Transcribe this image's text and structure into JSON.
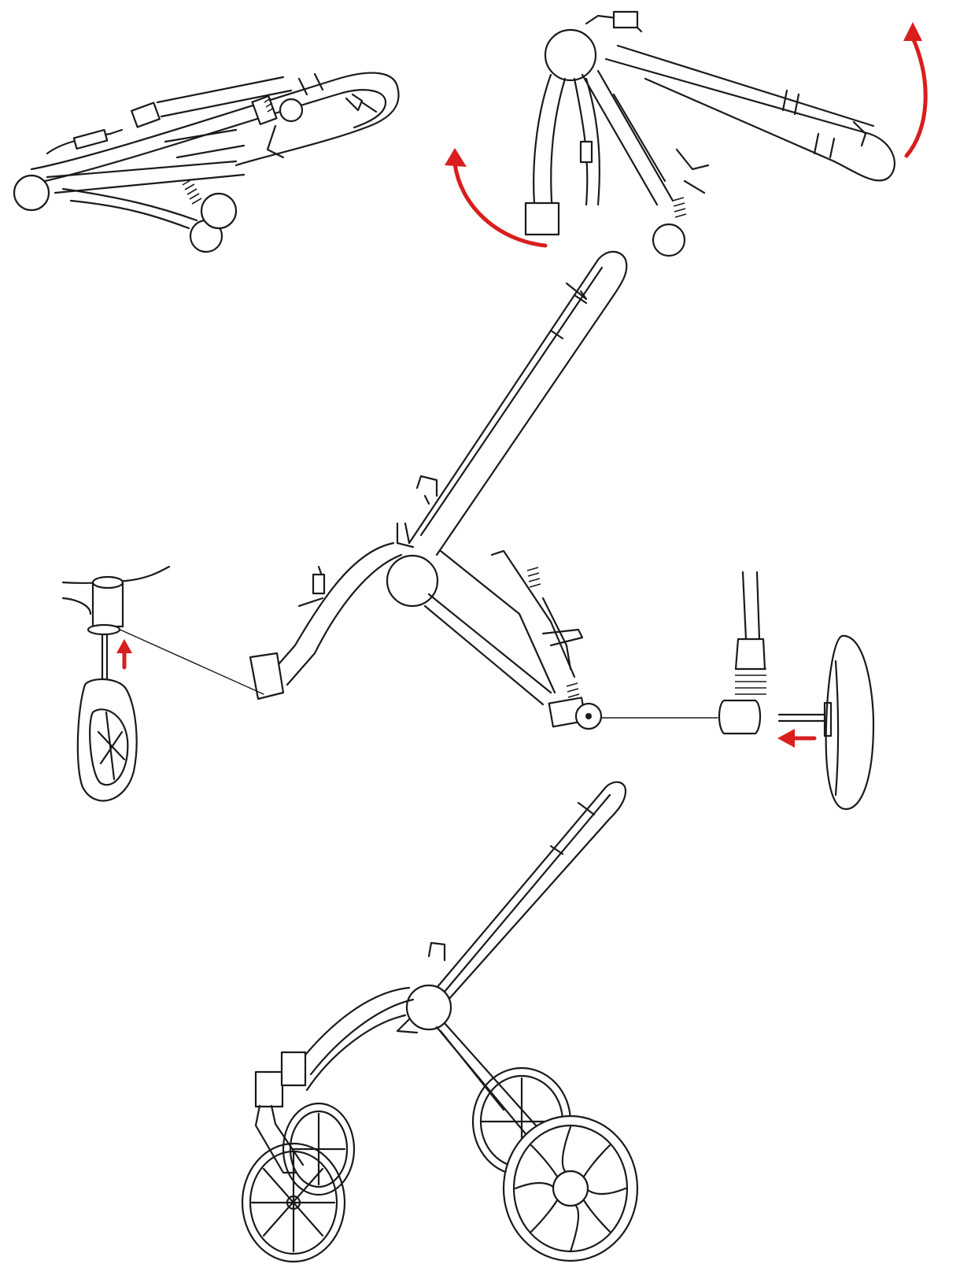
{
  "colors": {
    "line": "#1a1a1a",
    "arrow": "#d81e1e",
    "background": "#ffffff"
  },
  "steps": [
    {
      "id": "folded-frame",
      "description_icon": "folded-stroller-frame"
    },
    {
      "id": "unfold-frame",
      "description_icon": "unfolding-stroller-frame",
      "arrows": [
        "rotate-left-arrow",
        "rotate-right-arrow"
      ]
    },
    {
      "id": "attach-wheels",
      "description_icon": "stroller-chassis",
      "arrows": [
        "front-wheel-up-arrow",
        "rear-wheel-left-arrow"
      ]
    },
    {
      "id": "assembled-stroller",
      "description_icon": "assembled-stroller"
    }
  ]
}
